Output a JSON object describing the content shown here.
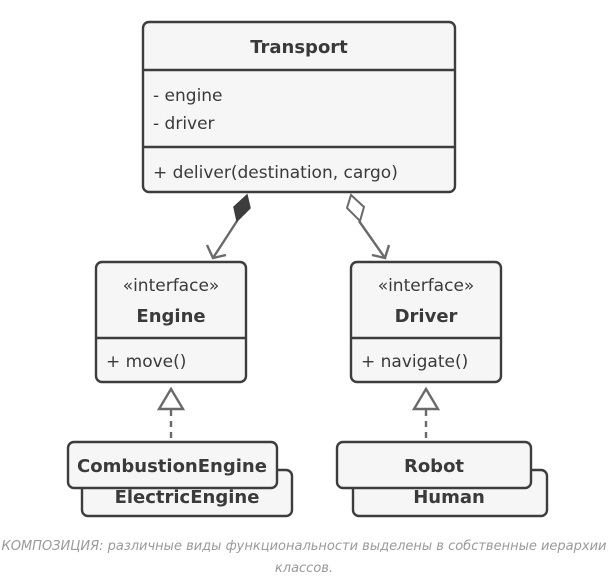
{
  "transport": {
    "name": "Transport",
    "fields": [
      "- engine",
      "- driver"
    ],
    "methods": [
      "+ deliver(destination, cargo)"
    ]
  },
  "engine": {
    "stereotype": "«interface»",
    "name": "Engine",
    "methods": [
      "+ move()"
    ],
    "implementations": [
      "CombustionEngine",
      "ElectricEngine"
    ]
  },
  "driver": {
    "stereotype": "«interface»",
    "name": "Driver",
    "methods": [
      "+ navigate()"
    ],
    "implementations": [
      "Robot",
      "Human"
    ]
  },
  "caption": "КОМПОЗИЦИЯ: различные виды функциональности выделены в собственные иерархии классов."
}
